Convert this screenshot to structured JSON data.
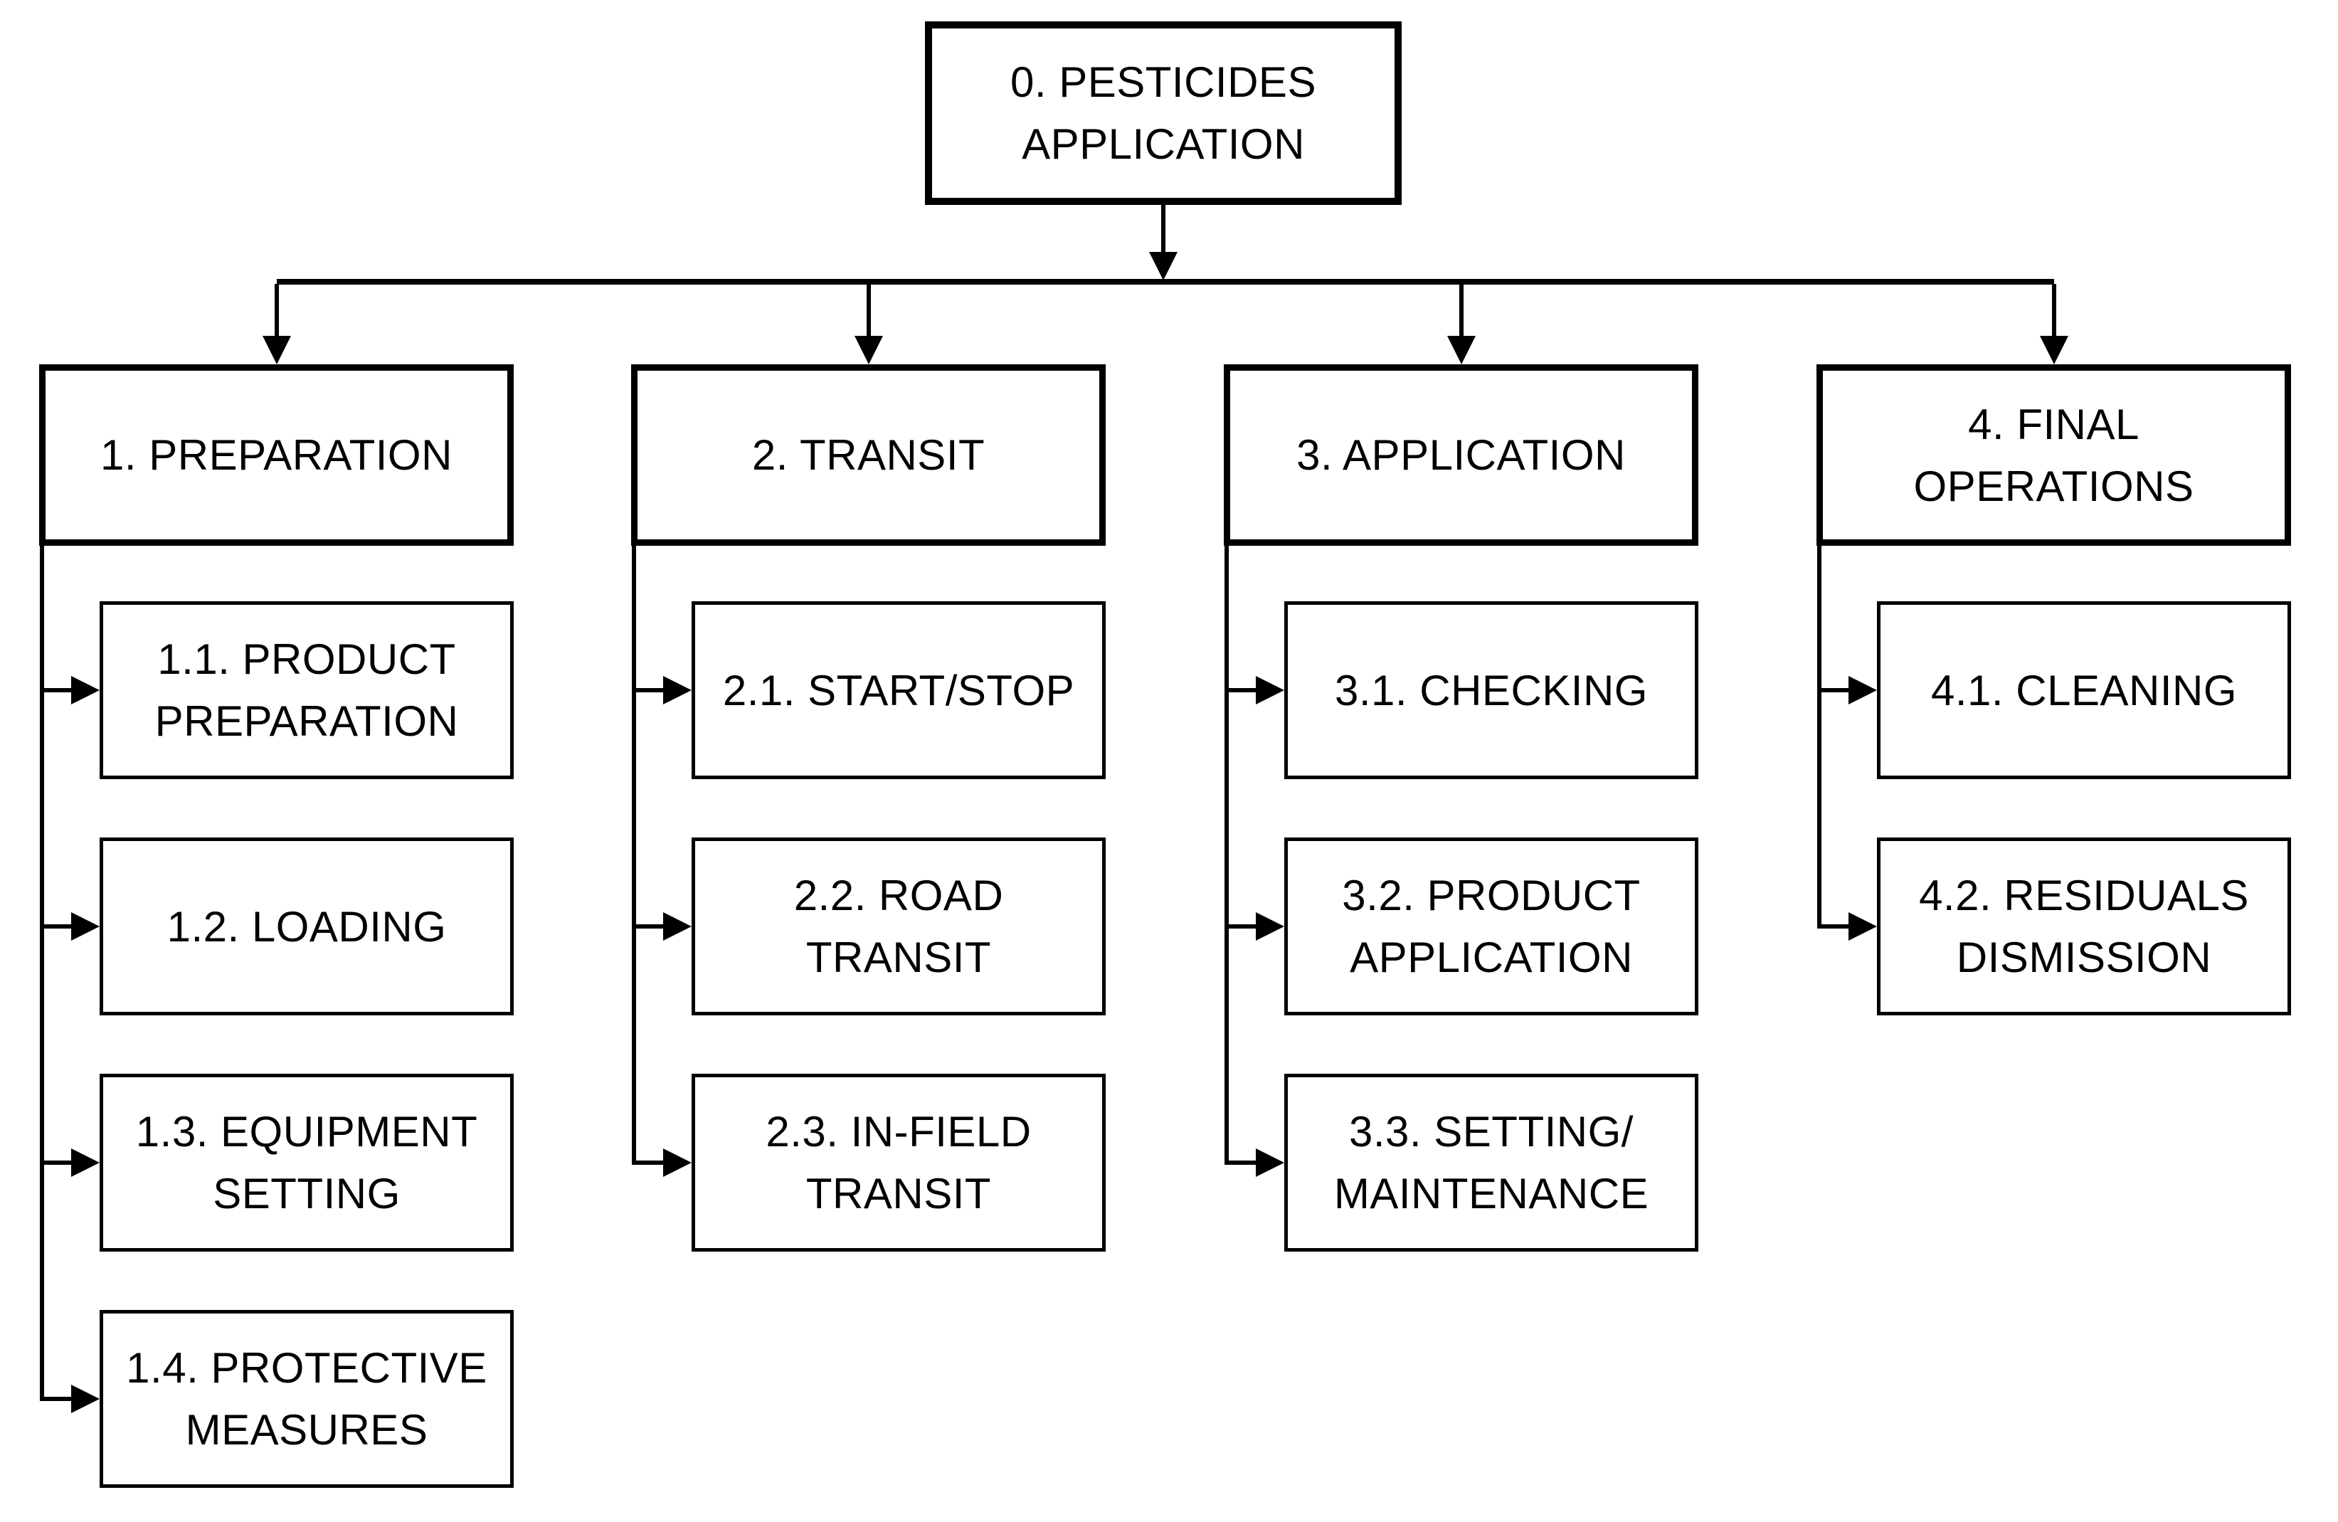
{
  "diagram": {
    "colors": {
      "ink": "#000000",
      "background": "#ffffff"
    },
    "root": {
      "id": "0",
      "label": "0. PESTICIDES\nAPPLICATION"
    },
    "branches": [
      {
        "id": "1",
        "label": "1. PREPARATION",
        "children": [
          {
            "id": "1.1",
            "label": "1.1. PRODUCT\nPREPARATION"
          },
          {
            "id": "1.2",
            "label": "1.2. LOADING"
          },
          {
            "id": "1.3",
            "label": "1.3. EQUIPMENT\nSETTING"
          },
          {
            "id": "1.4",
            "label": "1.4. PROTECTIVE\nMEASURES"
          }
        ]
      },
      {
        "id": "2",
        "label": "2. TRANSIT",
        "children": [
          {
            "id": "2.1",
            "label": "2.1. START/STOP"
          },
          {
            "id": "2.2",
            "label": "2.2. ROAD\nTRANSIT"
          },
          {
            "id": "2.3",
            "label": "2.3. IN-FIELD\nTRANSIT"
          }
        ]
      },
      {
        "id": "3",
        "label": "3. APPLICATION",
        "children": [
          {
            "id": "3.1",
            "label": "3.1. CHECKING"
          },
          {
            "id": "3.2",
            "label": "3.2. PRODUCT\nAPPLICATION"
          },
          {
            "id": "3.3",
            "label": "3.3. SETTING/\nMAINTENANCE"
          }
        ]
      },
      {
        "id": "4",
        "label": "4. FINAL\nOPERATIONS",
        "children": [
          {
            "id": "4.1",
            "label": "4.1. CLEANING"
          },
          {
            "id": "4.2",
            "label": "4.2. RESIDUALS\nDISMISSION"
          }
        ]
      }
    ]
  }
}
